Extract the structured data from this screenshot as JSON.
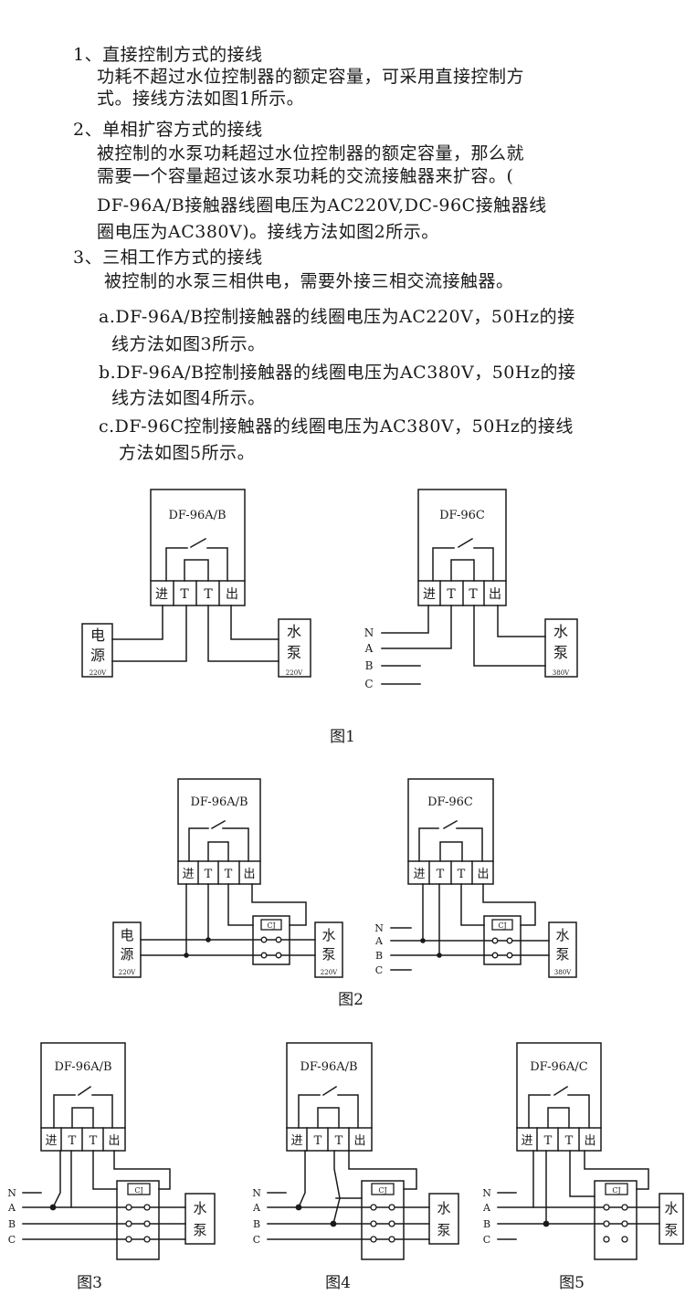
{
  "instructions": {
    "s1_title": "1、直接控制方式的接线",
    "s1_l1": "功耗不超过水位控制器的额定容量，可采用直接控制方",
    "s1_l2": "式。接线方法如图1所示。",
    "s2_title": "2、单相扩容方式的接线",
    "s2_l1": "被控制的水泵功耗超过水位控制器的额定容量，那么就",
    "s2_l2": "需要一个容量超过该水泵功耗的交流接触器来扩容。(",
    "s2_l3": "DF-96A/B接触器线圈电压为AC220V,DC-96C接触器线",
    "s2_l4": "圈电压为AC380V)。接线方法如图2所示。",
    "s3_title": "3、三相工作方式的接线",
    "s3_l1": "被控制的水泵三相供电，需要外接三相交流接触器。",
    "s3_a1": "a.DF-96A/B控制接触器的线圈电压为AC220V，50Hz的接",
    "s3_a2": "线方法如图3所示。",
    "s3_b1": "b.DF-96A/B控制接触器的线圈电压为AC380V，50Hz的接",
    "s3_b2": "线方法如图4所示。",
    "s3_c1": "c.DF-96C控制接触器的线圈电压为AC380V，50Hz的接线",
    "s3_c2": "方法如图5所示。"
  },
  "terminals": [
    "进",
    "T",
    "T",
    "出"
  ],
  "phases": [
    "N",
    "A",
    "B",
    "C"
  ],
  "contactor": "CJ",
  "power": [
    "电",
    "源"
  ],
  "pump": [
    "水",
    "泵"
  ],
  "v220": "220V",
  "v380": "380V",
  "fig1": {
    "caption": "图1",
    "left_model": "DF-96A/B",
    "right_model": "DF-96C"
  },
  "fig2": {
    "caption": "图2",
    "left_model": "DF-96A/B",
    "right_model": "DF-96C"
  },
  "fig3": {
    "caption": "图3",
    "model": "DF-96A/B"
  },
  "fig4": {
    "caption": "图4",
    "model": "DF-96A/B"
  },
  "fig5": {
    "caption": "图5",
    "model": "DF-96A/C"
  }
}
